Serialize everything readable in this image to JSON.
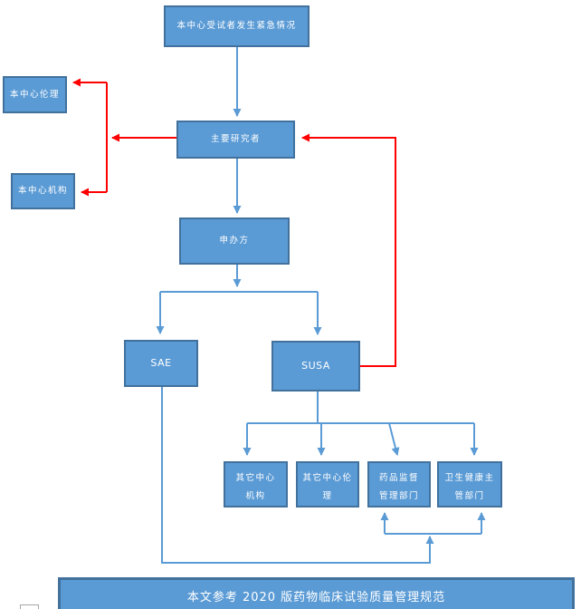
{
  "diagram": {
    "type": "flowchart",
    "language": "zh-CN",
    "colors": {
      "node_fill": "#5b9bd5",
      "node_border": "#41719c",
      "connector_blue": "#5b9bd5",
      "connector_red": "#ff0000",
      "node_text": "#ffffff"
    },
    "nodes": {
      "emergency": {
        "label": "本中心受试者发生紧急情况"
      },
      "ethics": {
        "label": "本中心伦理"
      },
      "pi": {
        "label": "主要研究者"
      },
      "org": {
        "label": "本中心机构"
      },
      "sponsor": {
        "label": "申办方"
      },
      "sae": {
        "label": "SAE"
      },
      "susa": {
        "label": "SUSA"
      },
      "other_org": {
        "label": "其它中心\n机构"
      },
      "other_ethics": {
        "label": "其它中心伦\n理"
      },
      "drug_admin": {
        "label": "药品监督\n管理部门"
      },
      "health_admin": {
        "label": "卫生健康主\n管部门"
      }
    },
    "edges": [
      {
        "from": "emergency",
        "to": "pi",
        "color": "blue"
      },
      {
        "from": "pi",
        "to": "ethics",
        "color": "red"
      },
      {
        "from": "pi",
        "to": "org",
        "color": "red"
      },
      {
        "from": "pi",
        "to": "sponsor",
        "color": "blue"
      },
      {
        "from": "sponsor",
        "to": "sae",
        "color": "blue"
      },
      {
        "from": "sponsor",
        "to": "susa",
        "color": "blue"
      },
      {
        "from": "susa",
        "to": "pi",
        "color": "red"
      },
      {
        "from": "susa",
        "to": "other_org",
        "color": "blue"
      },
      {
        "from": "susa",
        "to": "other_ethics",
        "color": "blue"
      },
      {
        "from": "susa",
        "to": "drug_admin",
        "color": "blue"
      },
      {
        "from": "susa",
        "to": "health_admin",
        "color": "blue"
      },
      {
        "from": "sae",
        "to": "drug_admin",
        "color": "blue"
      },
      {
        "from": "sae",
        "to": "health_admin",
        "color": "blue"
      }
    ]
  },
  "banner": {
    "text": "本文参考 2020 版药物临床试验质量管理规范"
  }
}
